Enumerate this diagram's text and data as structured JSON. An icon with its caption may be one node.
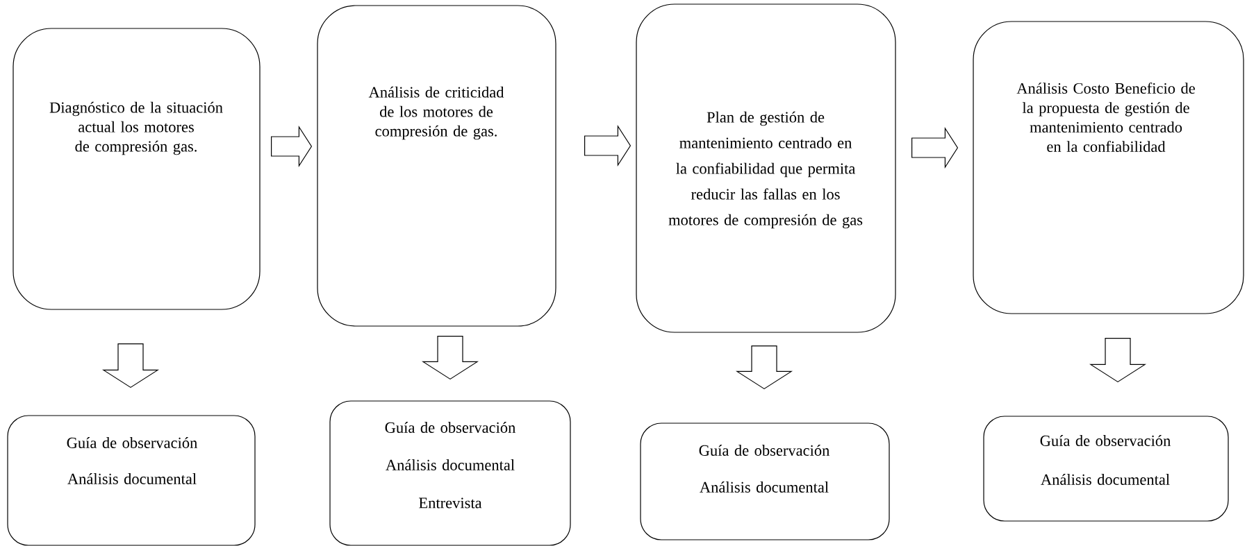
{
  "diagram": {
    "nodes": [
      {
        "text": [
          "Diagnóstico de la situación actual los motores de compresión gas."
        ]
      },
      {
        "text": [
          "Análisis de criticidad de los motores de compresión de gas."
        ]
      },
      {
        "text": [
          "Plan de gestión de mantenimiento centrado en la confiabilidad que permita reducir las fallas en los motores de compresión de gas"
        ]
      },
      {
        "text": [
          "Análisis Costo Beneficio de la propuesta de gestión de mantenimiento centrado en la confiabilidad"
        ]
      },
      {
        "text": [
          "Guía de observación",
          "Análisis documental"
        ]
      },
      {
        "text": [
          "Guía de observación",
          "Análisis documental",
          "Entrevista"
        ]
      },
      {
        "text": [
          "Guía de observación",
          "Análisis documental"
        ]
      },
      {
        "text": [
          "Guía de observación",
          "Análisis documental"
        ]
      }
    ],
    "edges": [
      {
        "from": 0,
        "to": 1,
        "arrow": "to"
      },
      {
        "from": 1,
        "to": 2,
        "arrow": "to"
      },
      {
        "from": 2,
        "to": 3,
        "arrow": "to"
      },
      {
        "from": 0,
        "to": 4,
        "arrow": "to"
      },
      {
        "from": 1,
        "to": 5,
        "arrow": "to"
      },
      {
        "from": 2,
        "to": 6,
        "arrow": "to"
      },
      {
        "from": 3,
        "to": 7,
        "arrow": "to"
      }
    ]
  }
}
